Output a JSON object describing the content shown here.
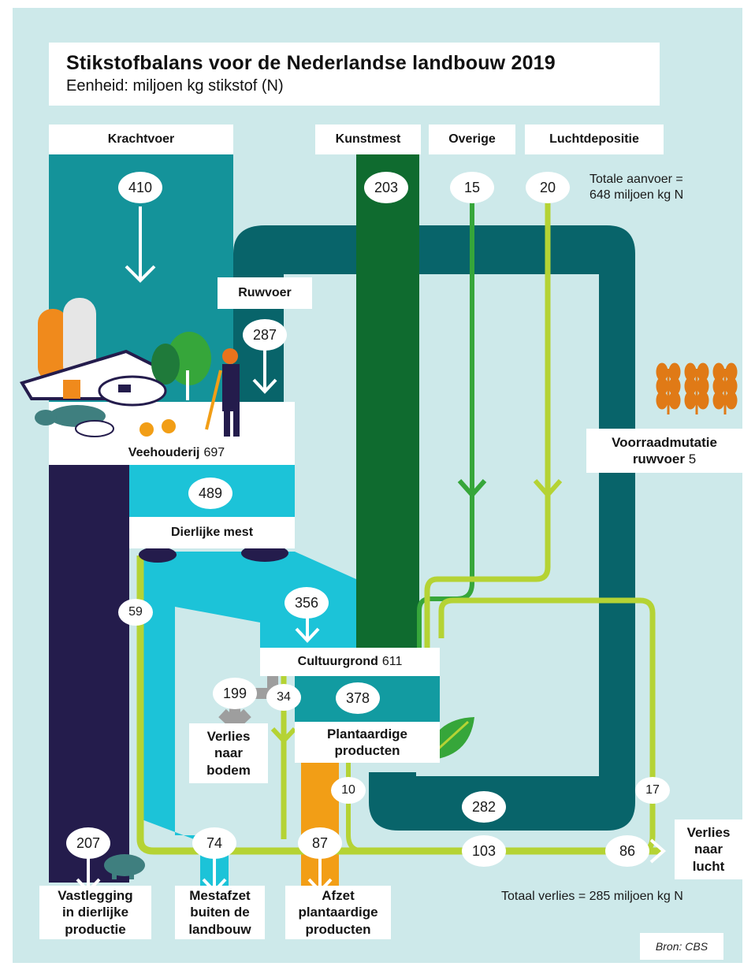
{
  "title": "Stikstofbalans voor de Nederlandse landbouw 2019",
  "subtitle": "Eenheid: miljoen kg stikstof (N)",
  "colors": {
    "background": "#cde9ea",
    "krachtvoer": "#14939a",
    "ruwvoer_loop": "#08646a",
    "kunstmest": "#0f6b2f",
    "overige": "#36a63a",
    "luchtdepositie": "#b5d334",
    "dierlijke_mest": "#1cc3d8",
    "vastlegging": "#241c4c",
    "mestafzet": "#1cc3d8",
    "plantaardig": "#f29e16",
    "cultuurgrond": "#129ba1",
    "verlies_bodem": "#9e9e9e"
  },
  "inputs": {
    "krachtvoer": {
      "label": "Krachtvoer",
      "value": "410"
    },
    "kunstmest": {
      "label": "Kunstmest",
      "value": "203"
    },
    "overige": {
      "label": "Overige",
      "value": "15"
    },
    "luchtdepositie": {
      "label": "Luchtdepositie",
      "value": "20"
    }
  },
  "totale_aanvoer": "Totale aanvoer =\n648 miljoen kg N",
  "ruwvoer": {
    "label": "Ruwvoer",
    "value": "287"
  },
  "veehouderij": {
    "label": "Veehouderij",
    "value": "697"
  },
  "voorraadmutatie": {
    "label": "Voorraadmutatie\nruwvoer",
    "value": "5"
  },
  "dierlijke_mest": {
    "label": "Dierlijke mest",
    "value": "489"
  },
  "flows": {
    "mest_naar_lucht": "59",
    "mest_naar_cultuurgrond": "356",
    "verlies_bodem": "199",
    "cultuurgrond_naar_lucht": "34",
    "cultuurgrond_gewas": "378",
    "plantaardig_naar_lucht": "10",
    "ruwvoer_terug": "282",
    "lucht_via_mest": "103",
    "lucht_totaal": "86",
    "lucht_rechts": "17"
  },
  "cultuurgrond": {
    "label": "Cultuurgrond",
    "value": "611"
  },
  "verlies_naar_bodem": "Verlies\nnaar\nbodem",
  "plantaardige_producten": "Plantaardige\nproducten",
  "verlies_naar_lucht": "Verlies\nnaar\nlucht",
  "outputs": {
    "vastlegging": {
      "value": "207",
      "label": "Vastlegging\nin dierlijke\nproductie"
    },
    "mestafzet": {
      "value": "74",
      "label": "Mestafzet\nbuiten de\nlandbouw"
    },
    "afzet": {
      "value": "87",
      "label": "Afzet\nplantaardige\nproducten"
    }
  },
  "totaal_verlies": "Totaal verlies = 285 miljoen kg N",
  "source": "Bron: CBS"
}
